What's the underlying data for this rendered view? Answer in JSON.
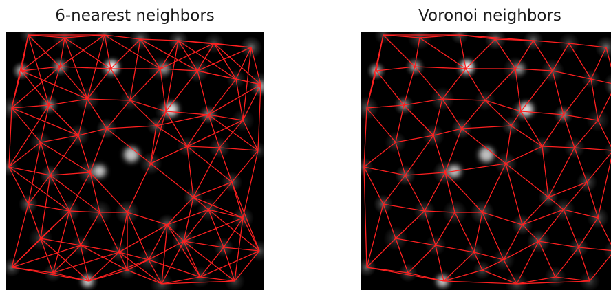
{
  "figure": {
    "panels": [
      {
        "title": "6-nearest neighbors",
        "method": "knn",
        "k": 6
      },
      {
        "title": "Voronoi neighbors",
        "method": "delaunay"
      }
    ],
    "colors": {
      "background": "#000000",
      "edge": "#ff2020",
      "blob": "#ffffff"
    }
  }
}
